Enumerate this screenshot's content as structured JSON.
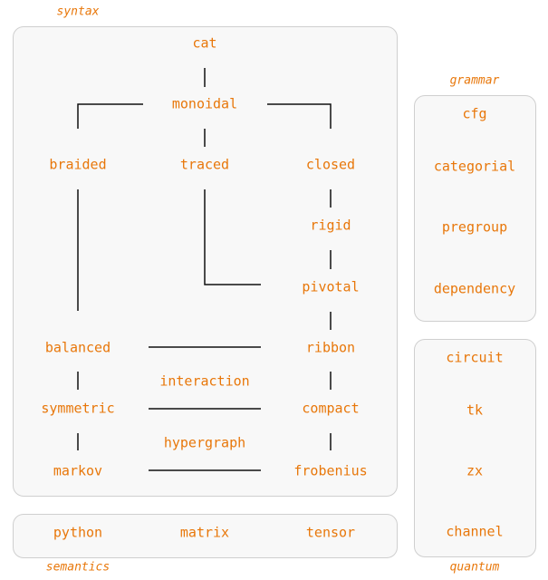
{
  "groups": {
    "syntax": "syntax",
    "grammar": "grammar",
    "semantics": "semantics",
    "quantum": "quantum"
  },
  "syntax_nodes": {
    "cat": "cat",
    "monoidal": "monoidal",
    "braided": "braided",
    "traced": "traced",
    "closed": "closed",
    "rigid": "rigid",
    "pivotal": "pivotal",
    "balanced": "balanced",
    "ribbon": "ribbon",
    "interaction": "interaction",
    "symmetric": "symmetric",
    "compact": "compact",
    "hypergraph": "hypergraph",
    "markov": "markov",
    "frobenius": "frobenius"
  },
  "grammar_nodes": [
    "cfg",
    "categorial",
    "pregroup",
    "dependency"
  ],
  "quantum_nodes": [
    "circuit",
    "tk",
    "zx",
    "channel"
  ],
  "semantics_nodes": [
    "python",
    "matrix",
    "tensor"
  ],
  "colors": {
    "label": "#e8770a",
    "box_fill": "#f8f8f8",
    "box_border": "#cfcfcf",
    "edge": "#111111"
  }
}
